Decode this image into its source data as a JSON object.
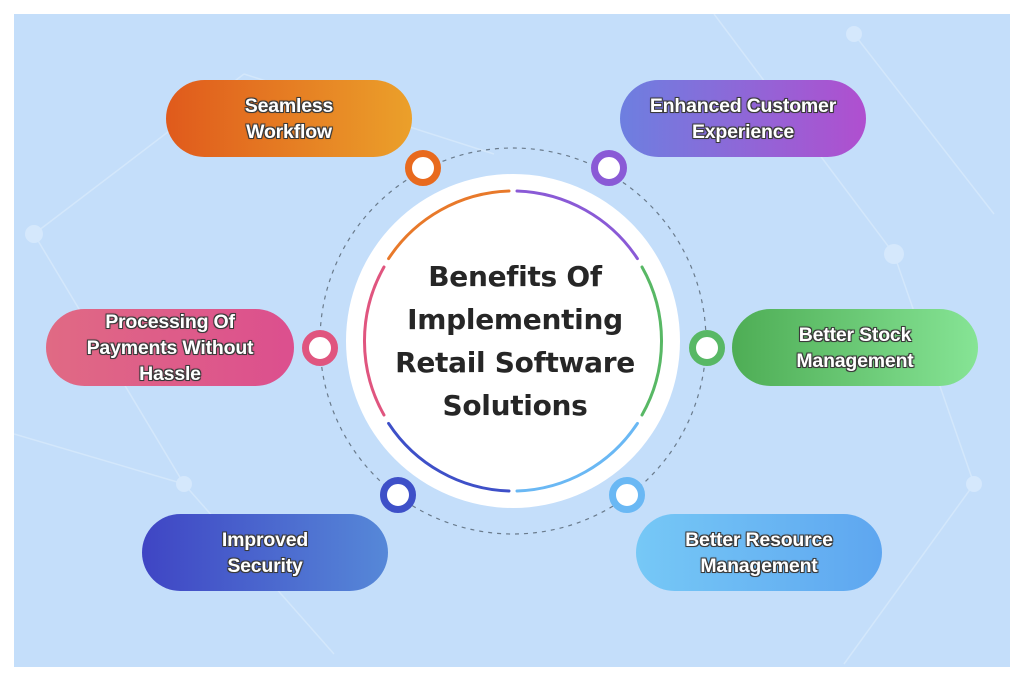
{
  "title": "Benefits Of\nImplementing\nRetail Software\nSolutions",
  "colors": {
    "background": "#c4defa",
    "frame": "#ffffff",
    "title_text": "#262626"
  },
  "benefits": [
    {
      "label": "Seamless\nWorkflow",
      "position": "top-left",
      "gradient": [
        "#e05a1c",
        "#eba02a"
      ],
      "node_color": "#e86a1e"
    },
    {
      "label": "Enhanced Customer\nExperience",
      "position": "top-right",
      "gradient": [
        "#6d7fe0",
        "#b04fcf"
      ],
      "node_color": "#8a5ad6"
    },
    {
      "label": "Processing Of\nPayments Without\nHassle",
      "position": "middle-left",
      "gradient": [
        "#e06a84",
        "#dc4f8e"
      ],
      "node_color": "#e0557f"
    },
    {
      "label": "Better Stock\nManagement",
      "position": "middle-right",
      "gradient": [
        "#4ead55",
        "#86e495"
      ],
      "node_color": "#58b865"
    },
    {
      "label": "Improved\nSecurity",
      "position": "bottom-left",
      "gradient": [
        "#3f45c4",
        "#5688d8"
      ],
      "node_color": "#3e50c8"
    },
    {
      "label": "Better Resource\nManagement",
      "position": "bottom-right",
      "gradient": [
        "#76c8f6",
        "#5ea6f0"
      ],
      "node_color": "#6ab8f4"
    }
  ]
}
